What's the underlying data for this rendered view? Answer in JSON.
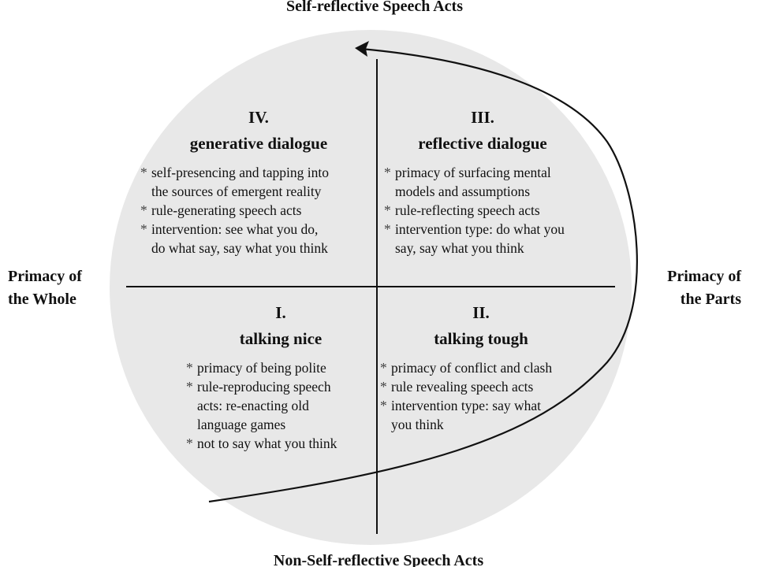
{
  "axes": {
    "top": "Self-reflective Speech Acts",
    "bottom": "Non-Self-reflective Speech Acts",
    "left": [
      "Primacy of",
      "the Whole"
    ],
    "right": [
      "Primacy of",
      "the Parts"
    ]
  },
  "quadrants": [
    {
      "id": "iv",
      "numeral": "IV.",
      "title": "generative dialogue",
      "items": [
        [
          "self-presencing and tapping into",
          "the sources of emergent reality"
        ],
        [
          "rule-generating speech acts"
        ],
        [
          "intervention: see what you do,",
          "do what say, say what you think"
        ]
      ]
    },
    {
      "id": "iii",
      "numeral": "III.",
      "title": "reflective dialogue",
      "items": [
        [
          "primacy of surfacing mental",
          "models and assumptions"
        ],
        [
          "rule-reflecting speech acts"
        ],
        [
          "intervention type: do what you",
          "say, say what you think"
        ]
      ]
    },
    {
      "id": "i",
      "numeral": "I.",
      "title": "talking nice",
      "items": [
        [
          "primacy of being polite"
        ],
        [
          "rule-reproducing speech",
          "acts: re-enacting old",
          "language games"
        ],
        [
          "not to say what you think"
        ]
      ]
    },
    {
      "id": "ii",
      "numeral": "II.",
      "title": "talking tough",
      "items": [
        [
          "primacy of conflict and clash"
        ],
        [
          "rule revealing speech acts"
        ],
        [
          "intervention type: say what",
          "you think"
        ]
      ]
    }
  ],
  "colors": {
    "circle_fill": "#e8e8e8",
    "line": "#111111",
    "text": "#111111"
  }
}
